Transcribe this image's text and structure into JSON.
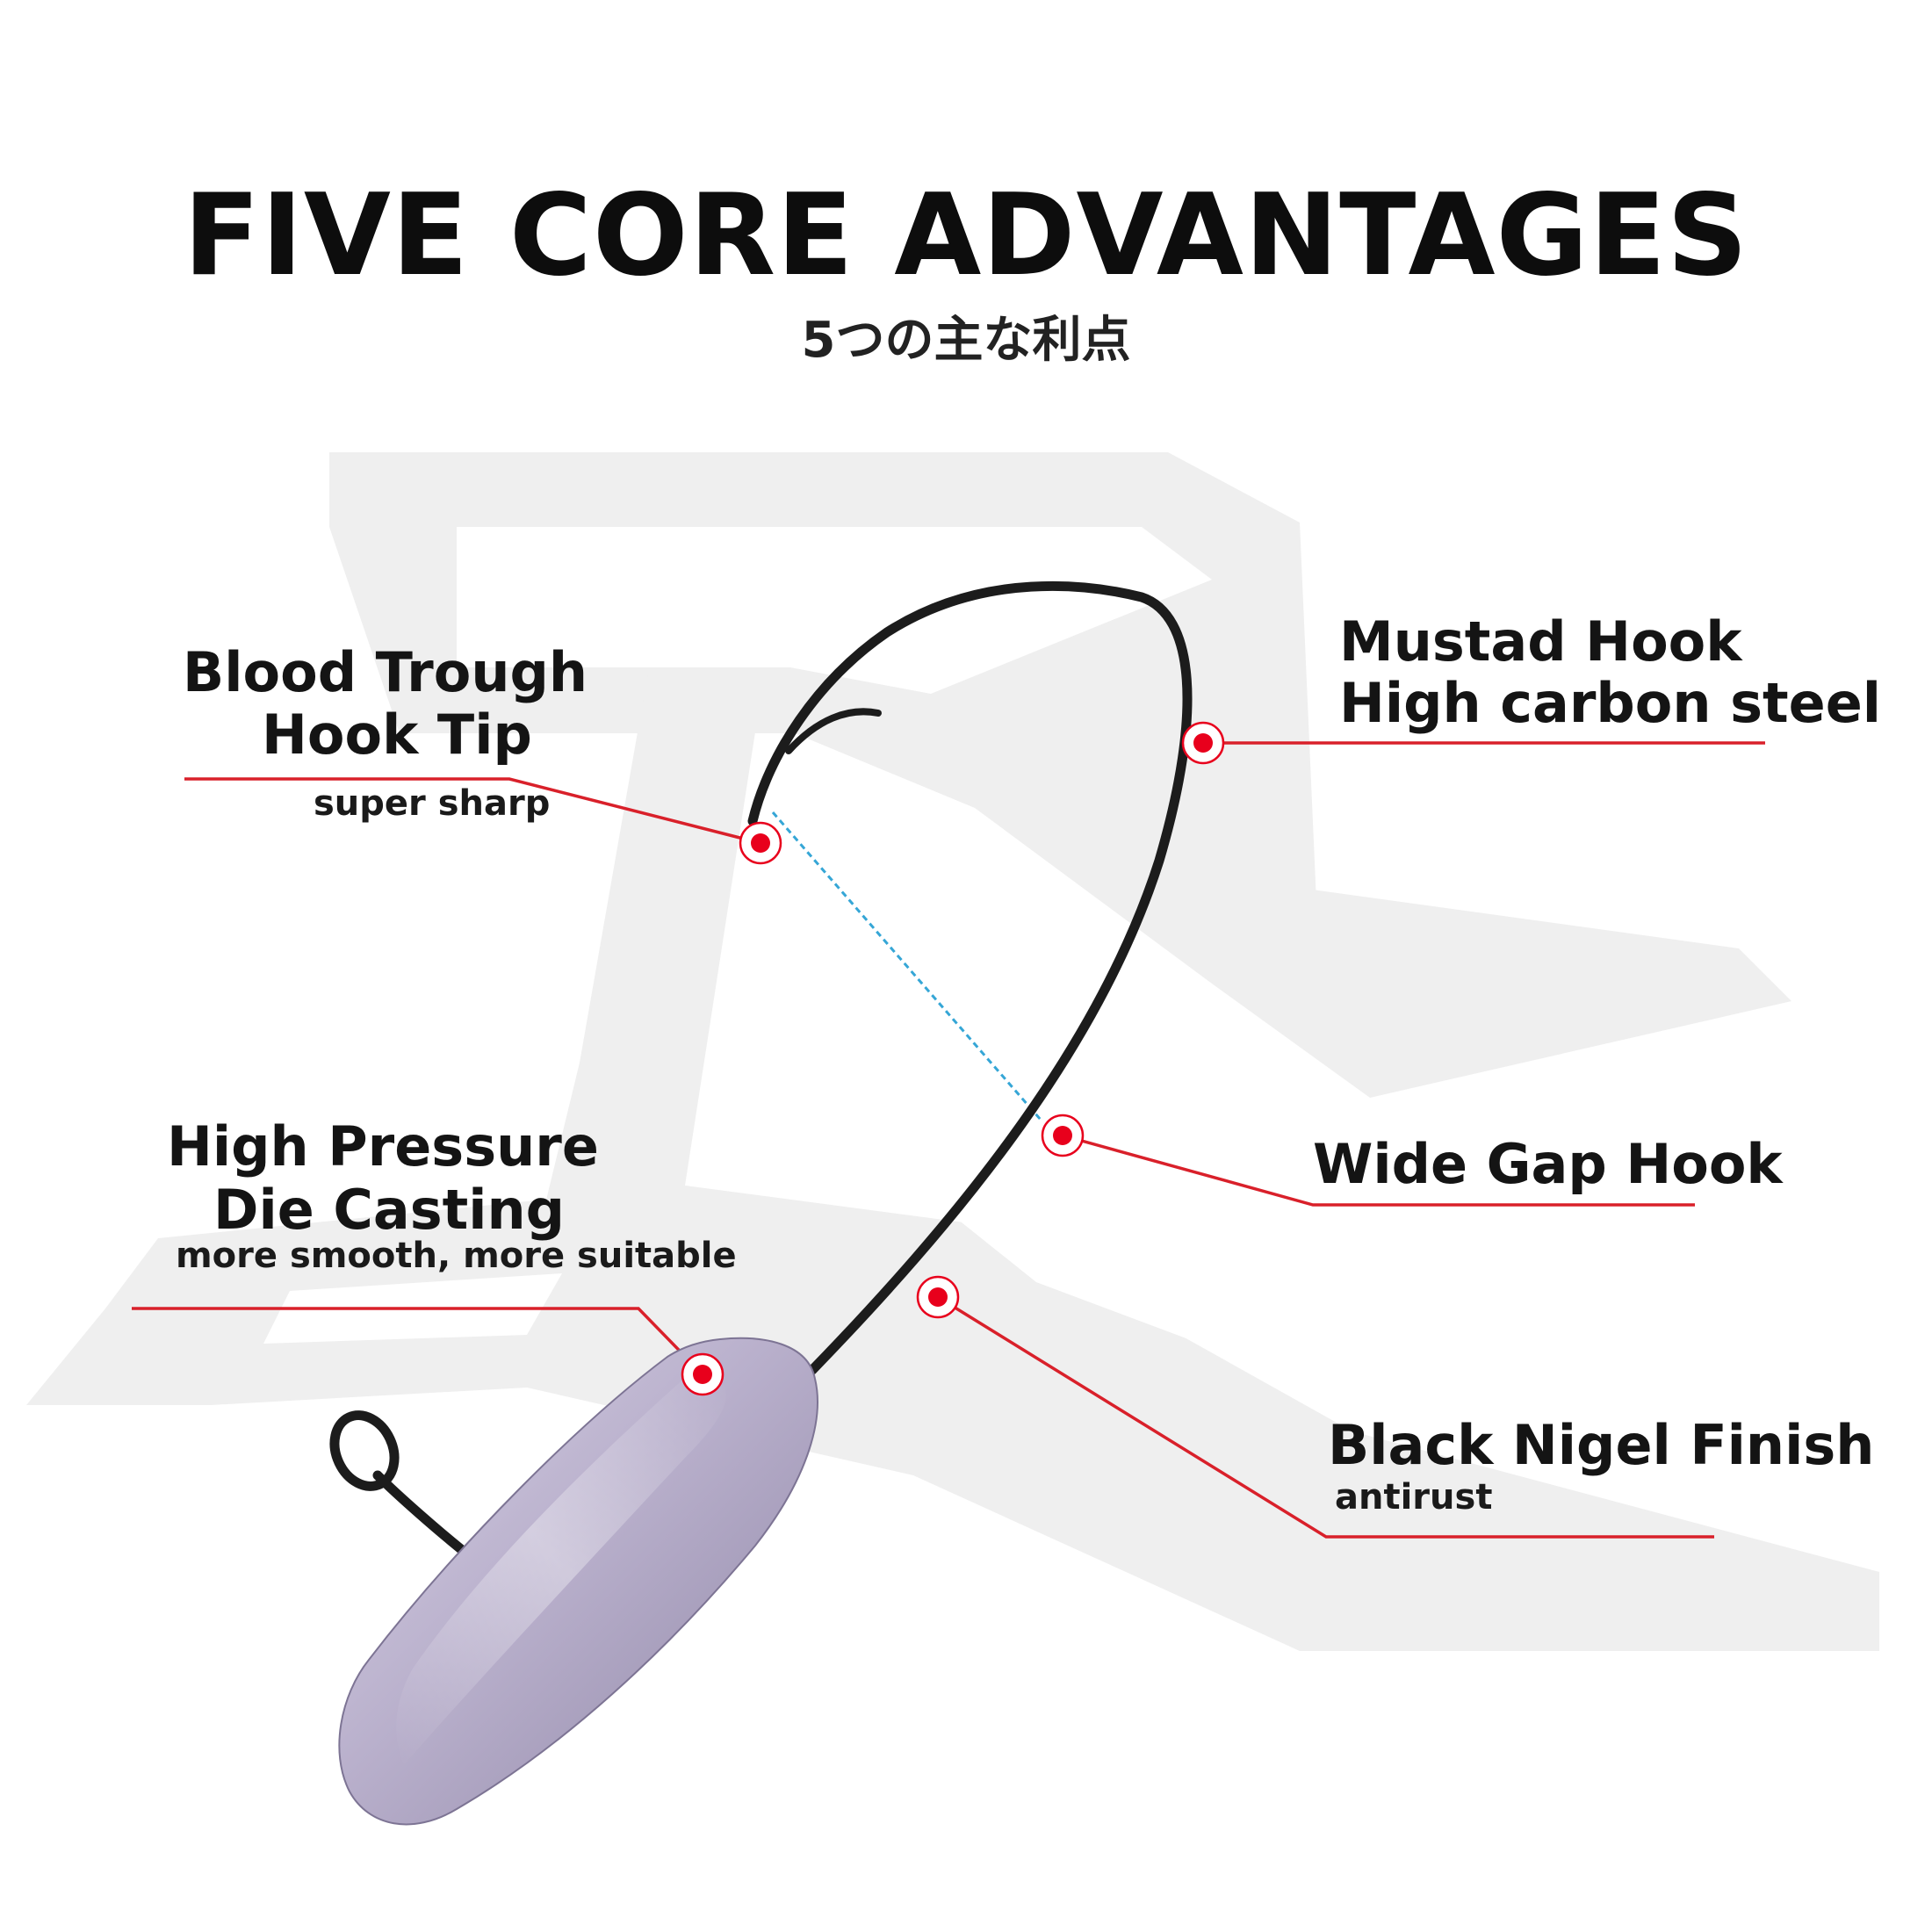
{
  "header": {
    "title": "FIVE CORE ADVANTAGES",
    "subtitle": "5つの主な利点"
  },
  "callouts": {
    "blood_trough": {
      "line1": "Blood Trough",
      "line2": "Hook Tip",
      "note": "super sharp"
    },
    "mustad": {
      "line1": "Mustad Hook",
      "line2": "High carbon steel"
    },
    "die_casting": {
      "line1": "High Pressure",
      "line2": "Die Casting",
      "note": "more smooth, more suitable"
    },
    "wide_gap": {
      "line1": "Wide Gap Hook"
    },
    "finish": {
      "line1": "Black Nigel Finish",
      "note": "antirust"
    }
  },
  "colors": {
    "callout_line": "#d9202a",
    "marker": "#e8001c",
    "hook": "#1c1c1c",
    "gap_line": "#35a6d6",
    "watermark": "#efefef",
    "weight": "#b7aec9"
  },
  "icons": {
    "marker": "target-dot-icon",
    "watermark": "brand-logo-watermark"
  }
}
